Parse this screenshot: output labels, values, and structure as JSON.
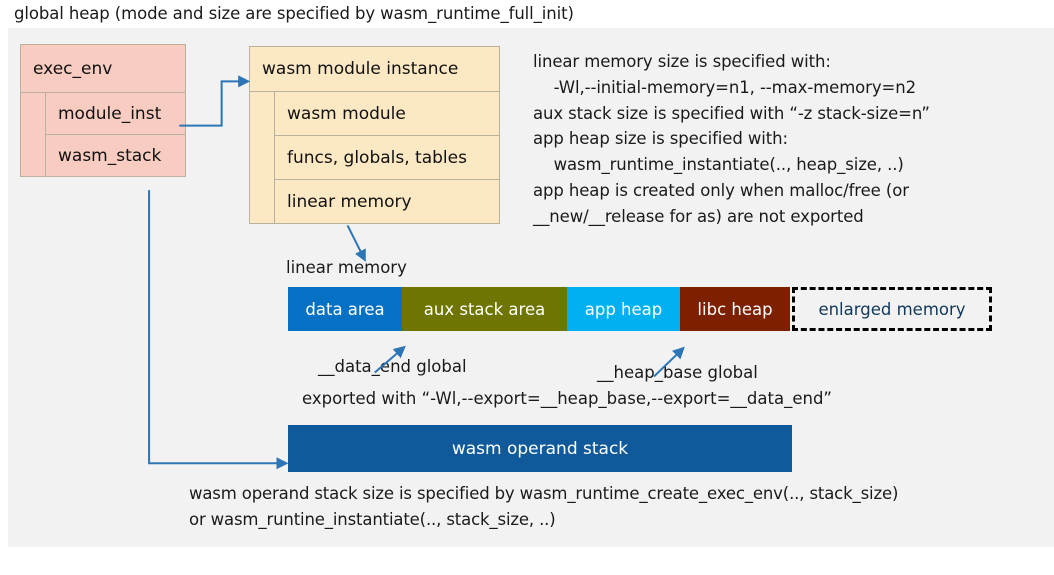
{
  "title": "global heap (mode and size are specified by wasm_runtime_full_init)",
  "colors": {
    "panel_background": "#f2f2f2",
    "exec_env_fill": "#f8ccc0",
    "module_instance_fill": "#fce8c3",
    "struct_border": "#b9b09e",
    "connector_blue": "#2e75b6",
    "data_area": "#0471c4",
    "aux_stack_area": "#6e7500",
    "app_heap": "#00b0f0",
    "libc_heap": "#7c2000",
    "enlarged_memory_text": "#10375c",
    "operand_stack_fill": "#105a9c"
  },
  "exec_env": {
    "header": "exec_env",
    "rows": [
      {
        "label": "module_inst"
      },
      {
        "label": "wasm_stack"
      }
    ]
  },
  "module_instance": {
    "header": "wasm module instance",
    "rows": [
      {
        "label": "wasm module"
      },
      {
        "label": "funcs, globals, tables"
      },
      {
        "label": "linear memory"
      }
    ]
  },
  "memory_notes": "linear memory size is specified with:\n    -Wl,--initial-memory=n1, --max-memory=n2\naux stack size is specified with “-z stack-size=n”\napp heap size is specified with:\n    wasm_runtime_instantiate(.., heap_size, ..)\napp heap is created only when malloc/free (or\n__new/__release for as) are not exported",
  "linear_memory": {
    "caption": "linear memory",
    "segments": [
      {
        "label": "data area",
        "color": "#0471c4"
      },
      {
        "label": "aux stack area",
        "color": "#6e7500"
      },
      {
        "label": "app heap",
        "color": "#00b0f0"
      },
      {
        "label": "libc heap",
        "color": "#7c2000"
      },
      {
        "label": "enlarged memory",
        "color": "#f2f2f2"
      }
    ]
  },
  "annotations": {
    "data_end": "__data_end global",
    "heap_base": "__heap_base global",
    "export_note": "exported with “-Wl,--export=__heap_base,--export=__data_end”"
  },
  "operand_stack": {
    "label": "wasm operand stack",
    "note": "wasm operand stack size is specified by wasm_runtime_create_exec_env(.., stack_size)\nor wasm_runtine_instantiate(.., stack_size, ..)"
  }
}
